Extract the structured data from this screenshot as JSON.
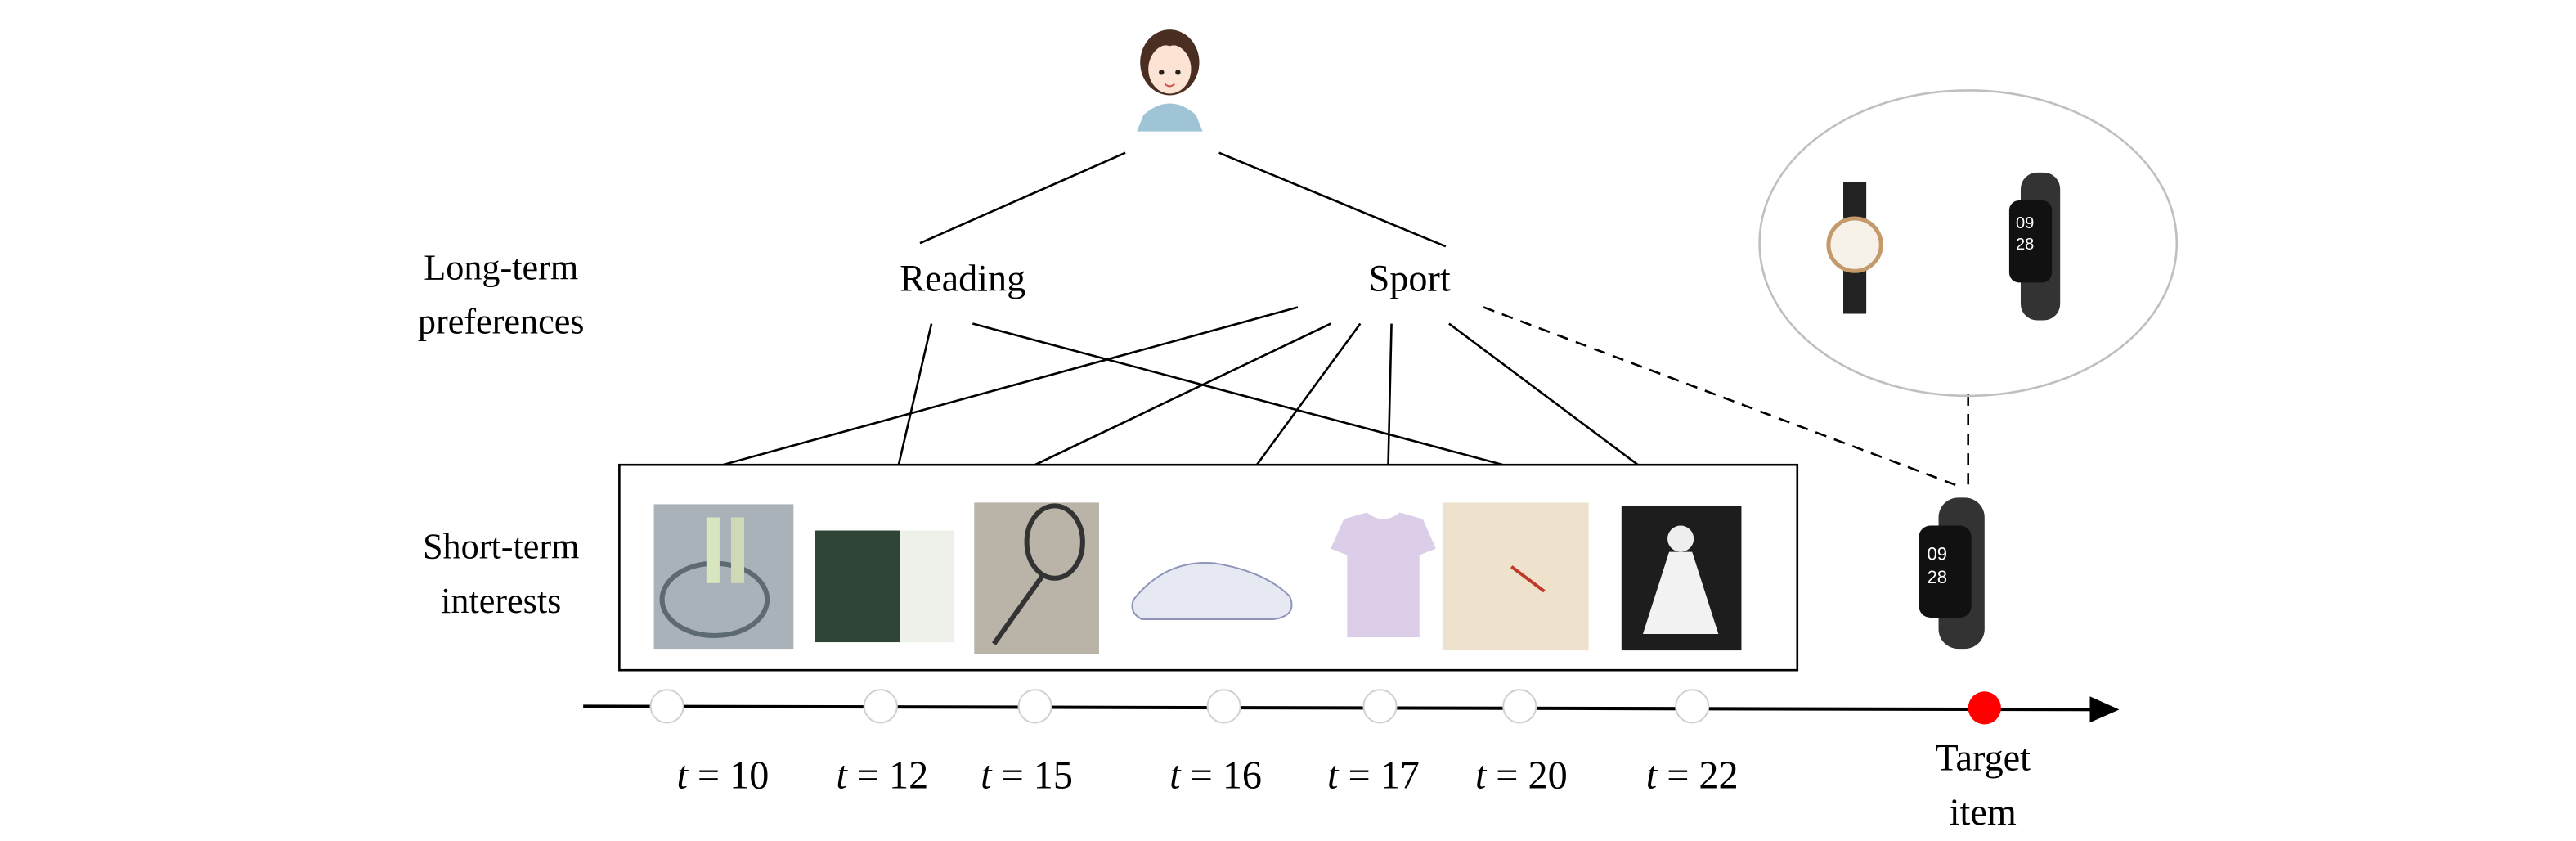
{
  "labels": {
    "long_term_1": "Long-term",
    "long_term_2": "preferences",
    "short_term_1": "Short-term",
    "short_term_2": "interests"
  },
  "preferences": {
    "reading": "Reading",
    "sport": "Sport"
  },
  "timeline": {
    "t_prefix": "t",
    "steps": [
      {
        "value": "= 10",
        "item": "jump-rope"
      },
      {
        "value": "= 12",
        "item": "book-set"
      },
      {
        "value": "= 15",
        "item": "badminton-racket"
      },
      {
        "value": "= 16",
        "item": "sneaker"
      },
      {
        "value": "= 17",
        "item": "sport-tshirt"
      },
      {
        "value": "= 20",
        "item": "book"
      },
      {
        "value": "= 22",
        "item": "shuttlecock"
      }
    ],
    "target_1": "Target",
    "target_2": "item"
  },
  "colors": {
    "target_dot": "#ff0000",
    "ellipse_stroke": "#bfbfbf",
    "circle_stroke": "#d0d0d0"
  }
}
